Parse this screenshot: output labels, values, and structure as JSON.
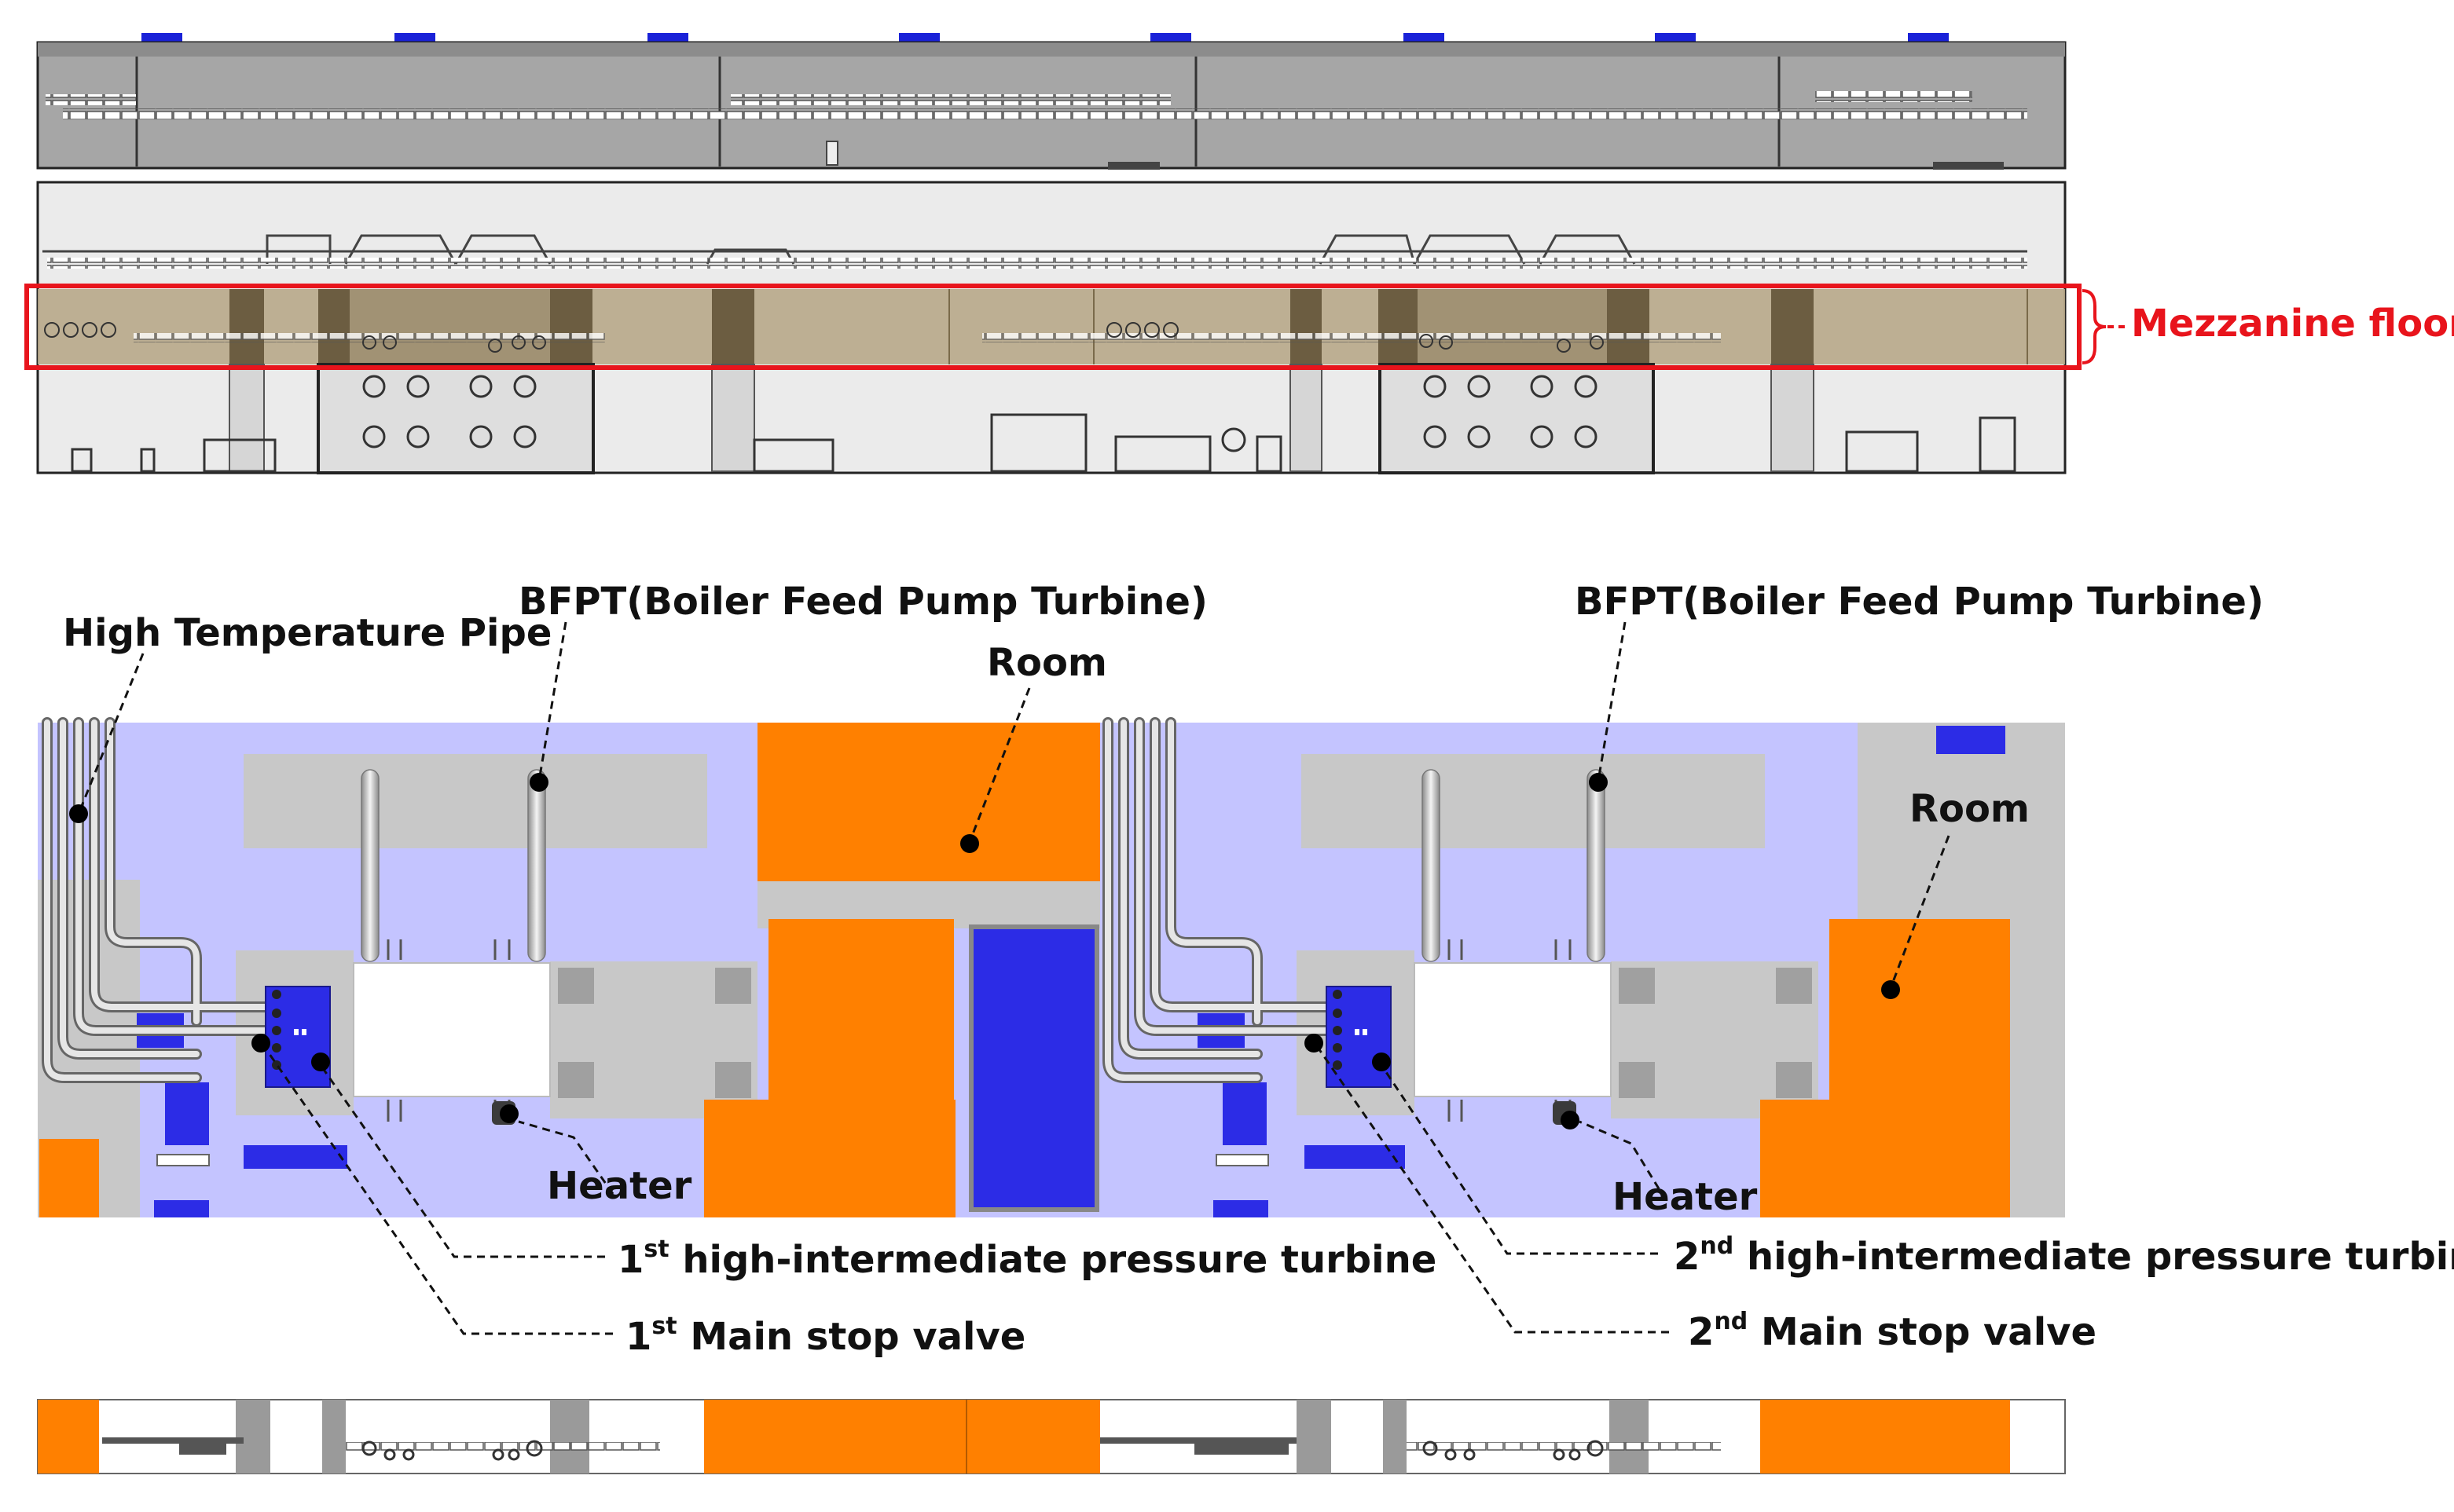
{
  "labels": {
    "mezzanine_floor": "Mezzanine floor",
    "high_temperature_pipe": "High Temperature Pipe",
    "bfpt_1": "BFPT(Boiler Feed Pump Turbine)",
    "bfpt_2": "BFPT(Boiler Feed Pump Turbine)",
    "room_1": "Room",
    "room_2": "Room",
    "heater_1": "Heater",
    "heater_2": "Heater",
    "hip_turbine_1": {
      "ord_num": "1",
      "ord_suffix": "st",
      "text": " high-intermediate pressure turbine"
    },
    "main_stop_valve_1": {
      "ord_num": "1",
      "ord_suffix": "st",
      "text": " Main stop valve"
    },
    "hip_turbine_2": {
      "ord_num": "2",
      "ord_suffix": "nd",
      "text": " high-intermediate pressure turbine"
    },
    "main_stop_valve_2": {
      "ord_num": "2",
      "ord_suffix": "nd",
      "text": " Main stop valve"
    }
  },
  "colors": {
    "room_orange": "#ff8000",
    "floor_lavender": "#c4c4ff",
    "equipment_blue": "#2c2ce6",
    "structure_gray": "#c8c8c8",
    "highlight_red": "#e8141c",
    "mezzanine_tan": "#b8a88a"
  }
}
